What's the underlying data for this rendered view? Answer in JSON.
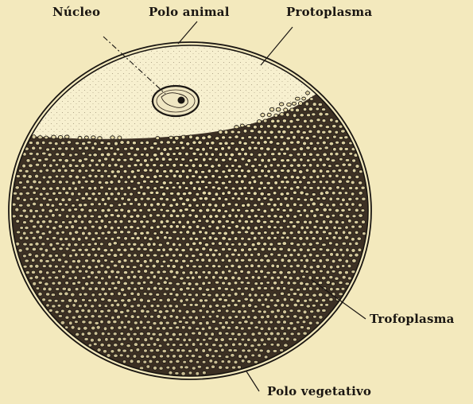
{
  "figure": {
    "labels": {
      "nucleo": "Núcleo",
      "polo_animal": "Polo animal",
      "protoplasma": "Protoplasma",
      "trofoplasma": "Trofoplasma",
      "polo_vegetativo": "Polo vegetativo"
    },
    "colors": {
      "paper": "#f3e9bd",
      "ink": "#1a1612",
      "protoplasm": "#f7f0cf",
      "yolk_granule_fill": "#e8dcaa"
    }
  }
}
